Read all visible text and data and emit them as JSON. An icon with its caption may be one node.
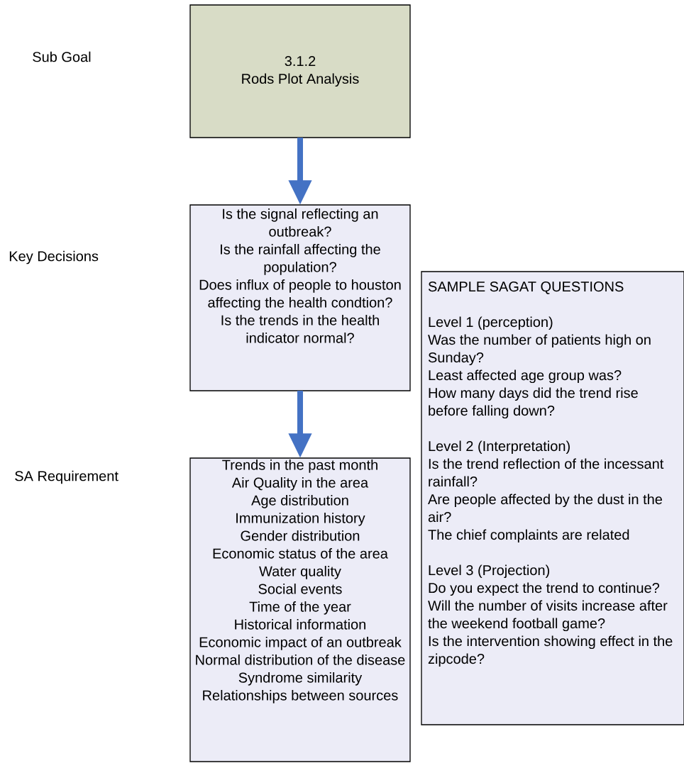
{
  "diagram": {
    "nodes": [
      {
        "text": [
          "3.1.2",
          "Rods Plot Analysis"
        ]
      },
      {
        "text": [
          "Is the signal reflecting an outbreak?",
          "Is the rainfall affecting the population?",
          "Does influx of people to houston affecting the health condtion?",
          "Is the trends in the health indicator normal?"
        ]
      },
      {
        "text": [
          "Trends in the past month",
          "Air Quality in the area",
          "Age distribution",
          "Immunization history",
          "Gender distribution",
          "Economic status of the area",
          "Water quality",
          "Social events",
          "Time of the year",
          "Historical information",
          "Economic impact of an outbreak",
          "Normal distribution of the disease",
          "Syndrome similarity",
          "Relationships between sources"
        ]
      },
      {
        "text": [
          "SAMPLE SAGAT QUESTIONS",
          "Level 1 (perception)",
          "Was the number of patients high on Sunday?",
          "Least affected age group was?",
          "How many days did the trend rise before falling down?",
          "Level 2 (Interpretation)",
          "Is the trend reflection of the incessant rainfall?",
          "Are people affected by the dust in the air?",
          "The chief complaints are related",
          "Level 3 (Projection)",
          "Do you expect the trend to continue?",
          "Will the number of visits increase after the weekend football game?",
          "Is the intervention showing effect in the zipcode?"
        ]
      }
    ],
    "edges": [
      {
        "from": 0,
        "to": 1,
        "arrow": "to"
      },
      {
        "from": 1,
        "to": 2,
        "arrow": "to"
      }
    ],
    "labels": [
      "Sub Goal",
      "Key Decisions",
      "SA Requirement"
    ]
  }
}
